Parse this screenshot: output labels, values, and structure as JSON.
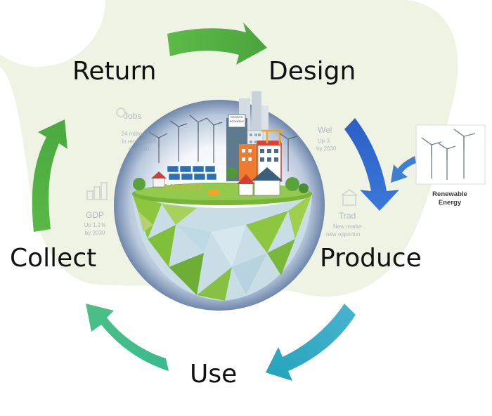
{
  "cycle": {
    "stages": [
      "Return",
      "Design",
      "Produce",
      "Use",
      "Collect"
    ]
  },
  "renewable": {
    "line1": "Renewable",
    "line2": "Energy"
  },
  "city": {
    "sign_line1": "GROWTH",
    "sign_line2": "ECONOMY"
  },
  "bg_stats": {
    "jobs_title": "Jobs",
    "jobs_line1": "24 million jobs",
    "jobs_line2": "in renewables",
    "jobs_line3": "by 2030",
    "gdp_title": "GDP",
    "gdp_line1": "Up 1.1%",
    "gdp_line2": "by 2030",
    "welfare_title": "Wel",
    "welfare_line1": "Up 3",
    "welfare_line2": "by 2030",
    "trade_title": "Trad",
    "trade_line1": "New marke",
    "trade_line2": "new opportun"
  },
  "colors": {
    "arrow_green": "#56b848",
    "arrow_blue": "#2f5fc4",
    "arrow_teal": "#29a9c0",
    "arrow_mint": "#36b88c",
    "blob": "#eef3e4",
    "globe_green": "#8cc63f",
    "globe_ice": "#c9dde6"
  }
}
